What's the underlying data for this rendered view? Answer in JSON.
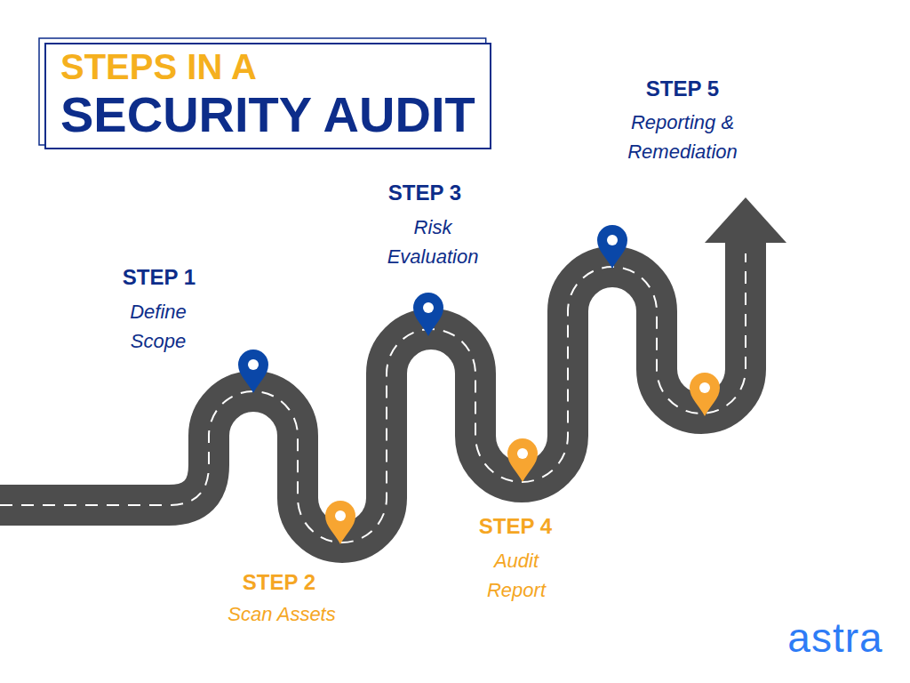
{
  "diagram": {
    "nodes": [
      {
        "text": [
          "STEPS IN A",
          "SECURITY AUDIT"
        ]
      }
    ],
    "labels": [
      "STEP 1",
      "Define Scope",
      "STEP 2",
      "Scan Assets",
      "STEP 3",
      "Risk Evaluation",
      "STEP 4",
      "Audit Report",
      "STEP 5",
      "Reporting & Remediation",
      "astra"
    ]
  }
}
